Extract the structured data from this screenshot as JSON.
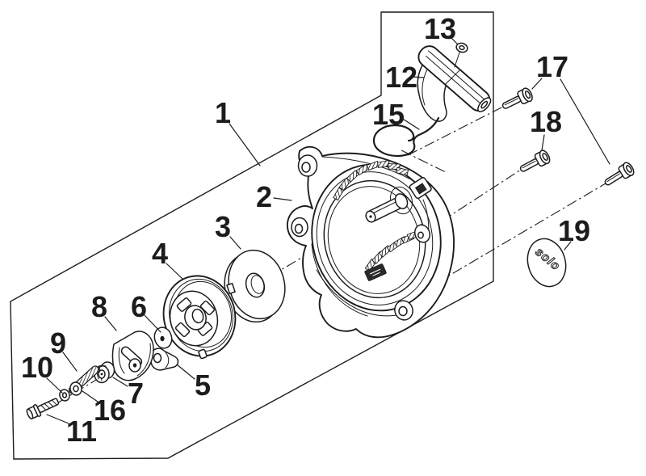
{
  "diagram": {
    "paper_color": "#ffffff",
    "ink_color": "#1c1c1c",
    "cap_logo": "solo",
    "callouts": {
      "n1": "1",
      "n2": "2",
      "n3": "3",
      "n4": "4",
      "n5": "5",
      "n6": "6",
      "n7": "7",
      "n8": "8",
      "n9": "9",
      "n10": "10",
      "n11": "11",
      "n12": "12",
      "n13": "13",
      "n15": "15",
      "n16": "16",
      "n17": "17",
      "n18": "18",
      "n19": "19"
    }
  }
}
